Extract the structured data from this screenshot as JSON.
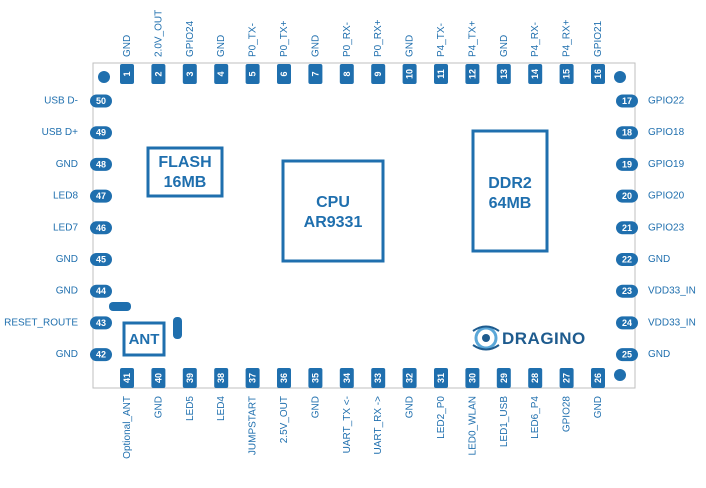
{
  "pins": {
    "top": [
      {
        "num": "1",
        "label": "GND"
      },
      {
        "num": "2",
        "label": "2.0V_OUT"
      },
      {
        "num": "3",
        "label": "GPIO24"
      },
      {
        "num": "4",
        "label": "GND"
      },
      {
        "num": "5",
        "label": "P0_TX-"
      },
      {
        "num": "6",
        "label": "P0_TX+"
      },
      {
        "num": "7",
        "label": "GND"
      },
      {
        "num": "8",
        "label": "P0_RX-"
      },
      {
        "num": "9",
        "label": "P0_RX+"
      },
      {
        "num": "10",
        "label": "GND"
      },
      {
        "num": "11",
        "label": "P4_TX-"
      },
      {
        "num": "12",
        "label": "P4_TX+"
      },
      {
        "num": "13",
        "label": "GND"
      },
      {
        "num": "14",
        "label": "P4_RX-"
      },
      {
        "num": "15",
        "label": "P4_RX+"
      },
      {
        "num": "16",
        "label": "GPIO21"
      }
    ],
    "right": [
      {
        "num": "17",
        "label": "GPIO22"
      },
      {
        "num": "18",
        "label": "GPIO18"
      },
      {
        "num": "19",
        "label": "GPIO19"
      },
      {
        "num": "20",
        "label": "GPIO20"
      },
      {
        "num": "21",
        "label": "GPIO23"
      },
      {
        "num": "22",
        "label": "GND"
      },
      {
        "num": "23",
        "label": "VDD33_IN"
      },
      {
        "num": "24",
        "label": "VDD33_IN"
      },
      {
        "num": "25",
        "label": "GND"
      }
    ],
    "bottom": [
      {
        "num": "41",
        "label": "Optional_ANT"
      },
      {
        "num": "40",
        "label": "GND"
      },
      {
        "num": "39",
        "label": "LED5"
      },
      {
        "num": "38",
        "label": "LED4"
      },
      {
        "num": "37",
        "label": "JUMPSTART"
      },
      {
        "num": "36",
        "label": "2.5V_OUT"
      },
      {
        "num": "35",
        "label": "GND"
      },
      {
        "num": "34",
        "label": "UART_TX <-"
      },
      {
        "num": "33",
        "label": "UART_RX ->"
      },
      {
        "num": "32",
        "label": "GND"
      },
      {
        "num": "31",
        "label": "LED2_P0"
      },
      {
        "num": "30",
        "label": "LED0_WLAN"
      },
      {
        "num": "29",
        "label": "LED1_USB"
      },
      {
        "num": "28",
        "label": "LED6_P4"
      },
      {
        "num": "27",
        "label": "GPIO28"
      },
      {
        "num": "26",
        "label": "GND"
      }
    ],
    "left": [
      {
        "num": "50",
        "label": "USB D-"
      },
      {
        "num": "49",
        "label": "USB D+"
      },
      {
        "num": "48",
        "label": "GND"
      },
      {
        "num": "47",
        "label": "LED8"
      },
      {
        "num": "46",
        "label": "LED7"
      },
      {
        "num": "45",
        "label": "GND"
      },
      {
        "num": "44",
        "label": "GND"
      },
      {
        "num": "43",
        "label": "RESET_ROUTE"
      },
      {
        "num": "42",
        "label": "GND"
      }
    ]
  },
  "chips": {
    "flash": {
      "line1": "FLASH",
      "line2": "16MB"
    },
    "cpu": {
      "line1": "CPU",
      "line2": "AR9331"
    },
    "ddr": {
      "line1": "DDR2",
      "line2": "64MB"
    },
    "ant": "ANT"
  },
  "logo": "DRAGINO",
  "colors": {
    "pin": "#1f6fae",
    "outline": "#2a7ab8",
    "text": "#1f6fae"
  }
}
